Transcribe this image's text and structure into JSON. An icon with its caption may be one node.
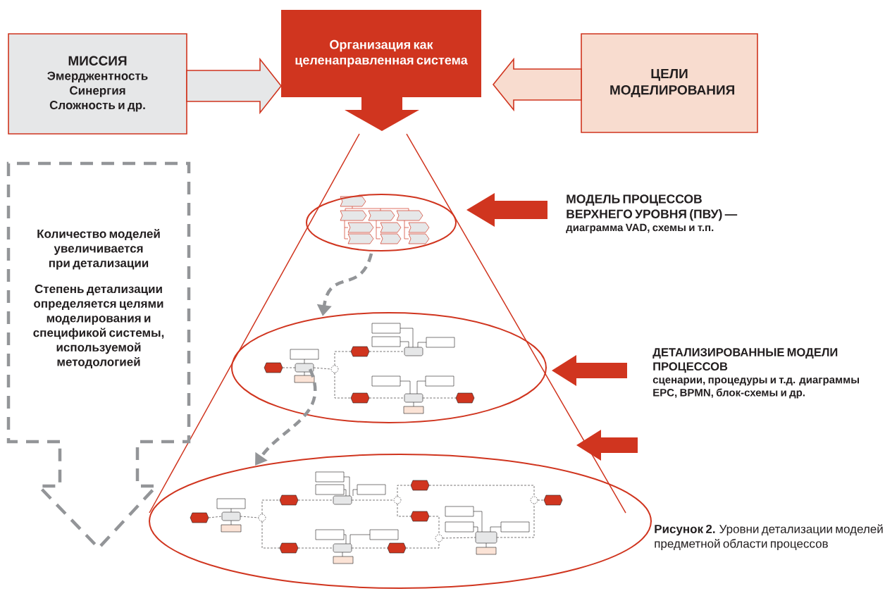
{
  "diagram": {
    "caption": "**Рисунок 2.** Уровни детализации моделей предметной области процессов",
    "nodes": [
      {
        "text": [
          "Организация как целенаправленная система"
        ]
      },
      {
        "text": [
          "МИССИЯ",
          "Эмерджентность Синергия Сложность и др."
        ]
      },
      {
        "text": [
          "ЦЕЛИ МОДЕЛИРОВАНИЯ"
        ]
      },
      {
        "text": [
          "Количество моделей увеличивается при детализации",
          "Степень детализации определяется целями моделирования и спецификой системы, используемой методологией"
        ]
      },
      {
        "text": [],
        "shape": "ellipse"
      },
      {
        "text": [],
        "shape": "ellipse"
      },
      {
        "text": [],
        "shape": "ellipse"
      },
      {
        "text": [
          "МОДЕЛЬ ПРОЦЕССОВ ВЕРХНЕГО УРОВНЯ (ПВУ) —",
          "диаграмма VAD, схемы и т.п."
        ]
      },
      {
        "text": [
          "ДЕТАЛИЗИРОВАННЫЕ МОДЕЛИ ПРОЦЕССОВ",
          "сценарии, процедуры и т.д. диаграммы EPC, BPMN, блок-схемы и др."
        ]
      }
    ],
    "edges": [
      {
        "from": 1,
        "to": 0,
        "arrow": "to"
      },
      {
        "from": 2,
        "to": 0,
        "arrow": "to"
      },
      {
        "from": 0,
        "to": null,
        "arrow": "to"
      },
      {
        "from": 7,
        "to": 4,
        "arrow": "to"
      },
      {
        "from": 8,
        "to": 5,
        "arrow": "to"
      },
      {
        "from": 8,
        "to": 6,
        "arrow": "to"
      },
      {
        "from": 4,
        "to": 5,
        "arrow": "to",
        "style": "dashed",
        "color": "#939598"
      },
      {
        "from": 5,
        "to": 6,
        "arrow": "to",
        "style": "dashed",
        "color": "#939598"
      }
    ]
  }
}
